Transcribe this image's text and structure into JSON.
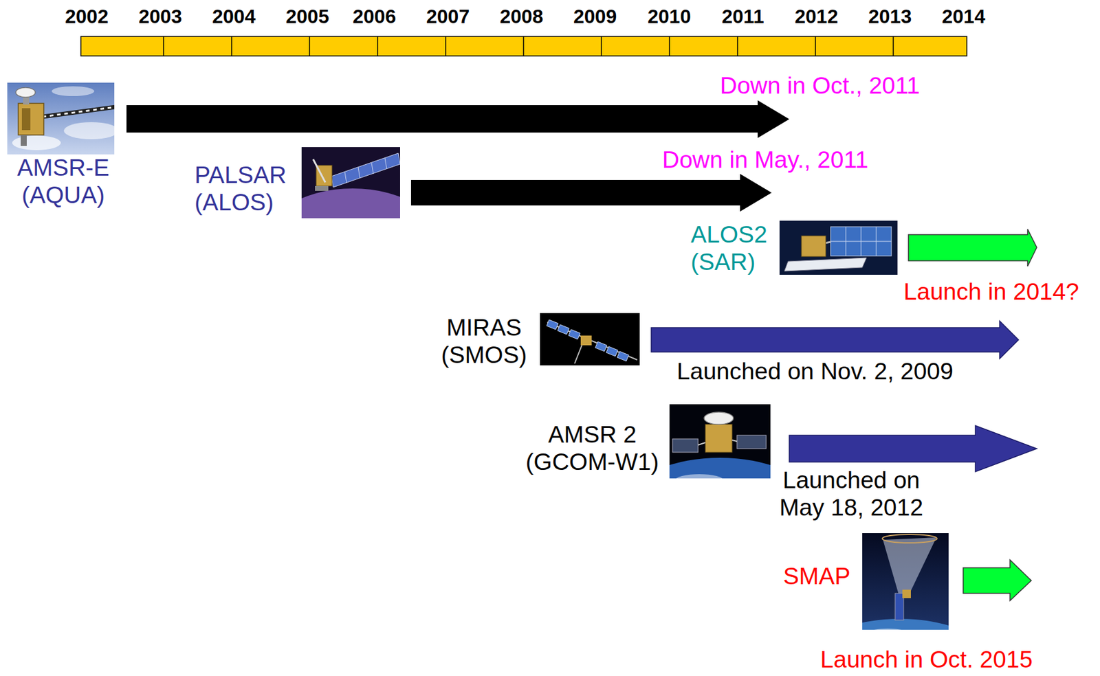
{
  "diagram": {
    "labels": [
      "2002",
      "2003",
      "2004",
      "2005",
      "2006",
      "2007",
      "2008",
      "2009",
      "2010",
      "2011",
      "2012",
      "2013",
      "2014",
      "Down in Oct., 2011",
      "AMSR-E (AQUA)",
      "PALSAR (ALOS)",
      "Down in May., 2011",
      "ALOS2 (SAR)",
      "Launch in 2014?",
      "MIRAS (SMOS)",
      "Launched on Nov. 2, 2009",
      "AMSR 2 (GCOM-W1)",
      "Launched on May 18, 2012",
      "SMAP",
      "Launch in Oct. 2015"
    ]
  }
}
